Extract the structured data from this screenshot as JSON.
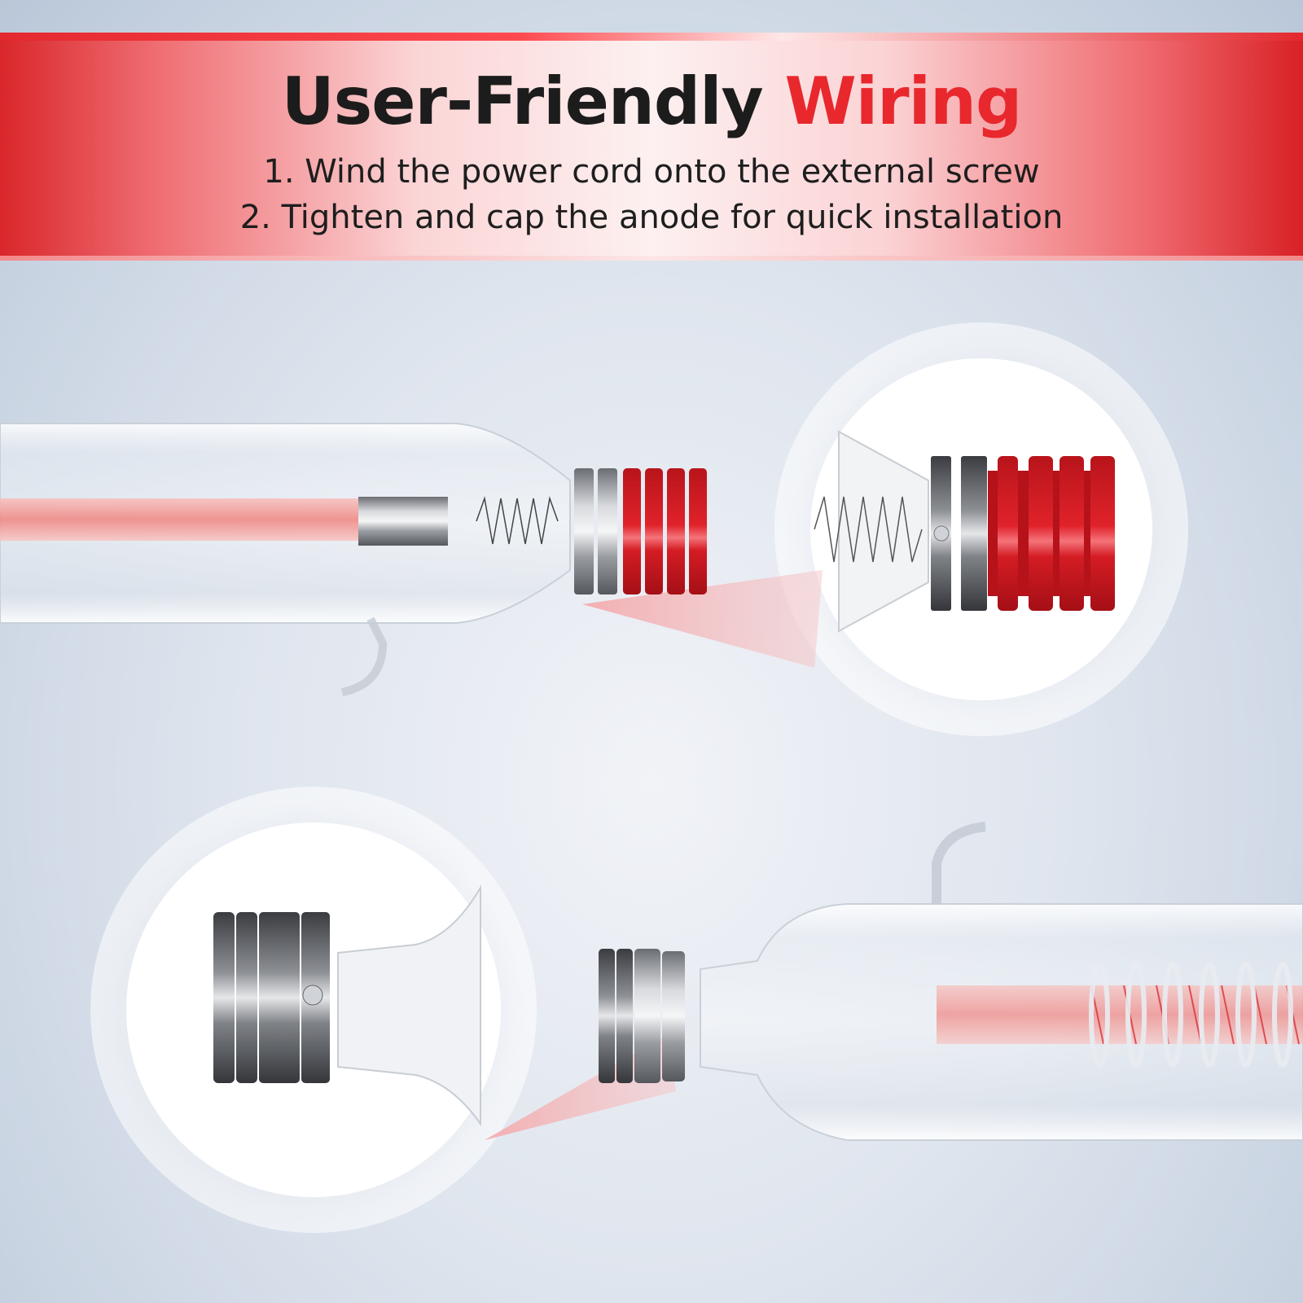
{
  "header": {
    "title_main": "User-Friendly",
    "title_accent": "Wiring",
    "steps": [
      "1. Wind the power cord onto the external screw",
      "2. Tighten and cap the anode for quick installation"
    ]
  },
  "colors": {
    "accent_red": "#e8282d",
    "title_dark": "#1c1c1c",
    "background": "#dfe5ee"
  },
  "illustrations": {
    "top": {
      "subject": "laser-tube-anode-end",
      "cap_color": "red",
      "callout": "zoomed-anode-red-cap"
    },
    "bottom": {
      "subject": "laser-tube-cathode-end",
      "cap_color": "silver",
      "callout": "zoomed-cathode-silver-cap"
    }
  }
}
